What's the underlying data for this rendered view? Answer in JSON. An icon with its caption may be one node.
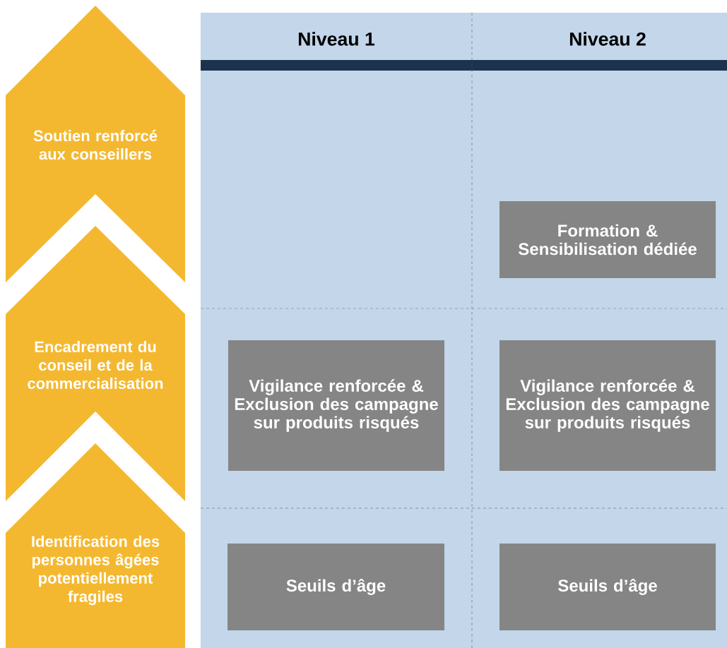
{
  "diagram": {
    "nodes": [
      {
        "text": [
          "Soutien renforcé aux conseillers"
        ]
      },
      {
        "text": [
          "Encadrement du conseil et de la commercialisation"
        ]
      },
      {
        "text": [
          "Identification des personnes âgées potentiellement fragiles"
        ]
      },
      {
        "text": [
          "Formation & Sensibilisation dédiée"
        ]
      },
      {
        "text": [
          "Vigilance renforcée & Exclusion des campagne  sur produits risqués"
        ]
      },
      {
        "text": [
          "Vigilance renforcée & Exclusion des campagne  sur produits risqués"
        ]
      },
      {
        "text": [
          "Seuils d’âge"
        ]
      },
      {
        "text": [
          "Seuils d’âge"
        ]
      }
    ],
    "labels": [
      "Niveau 1",
      "Niveau 2"
    ]
  }
}
